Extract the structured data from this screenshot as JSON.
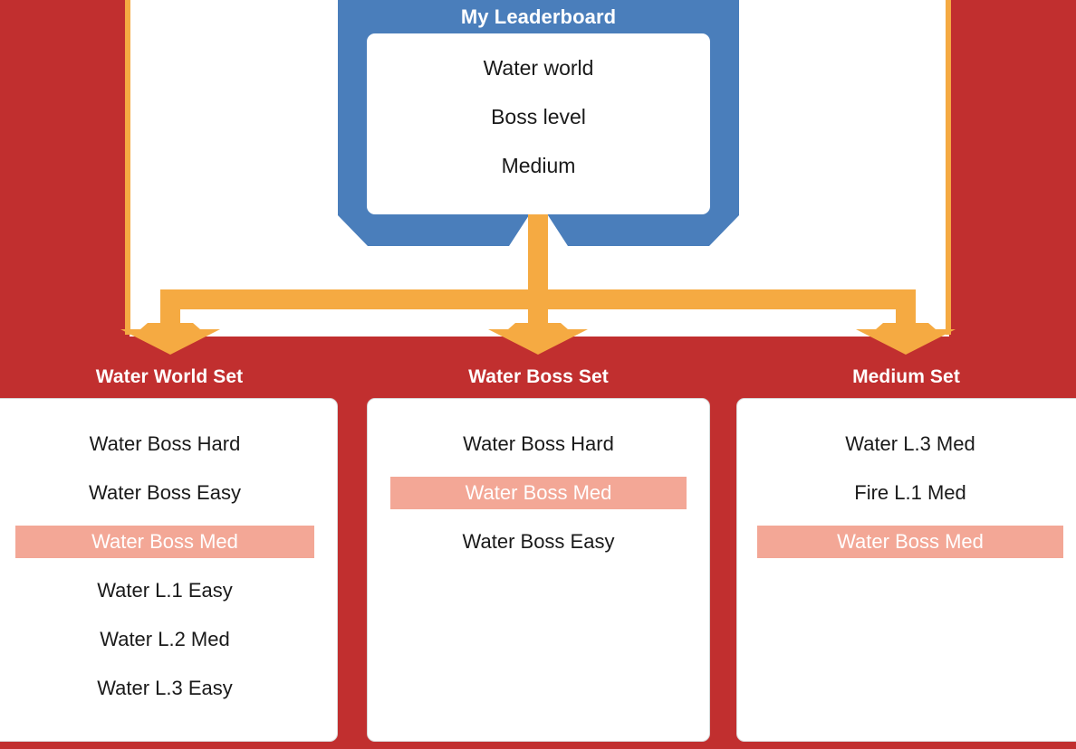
{
  "colors": {
    "background_red": "#c12f2f",
    "banner_blue": "#4a7ebb",
    "connector_orange": "#f5aa42",
    "selected_salmon": "#f3a796",
    "card_white": "#ffffff",
    "text_dark": "#1a1a1a",
    "text_light": "#ffffff"
  },
  "leaderboard": {
    "title": "My Leaderboard",
    "rows": [
      "Water world",
      "Boss level",
      "Medium"
    ]
  },
  "columns": [
    {
      "label": "Water World Set",
      "items": [
        {
          "text": "Water Boss Hard",
          "selected": false
        },
        {
          "text": "Water Boss Easy",
          "selected": false
        },
        {
          "text": "Water Boss Med",
          "selected": true
        },
        {
          "text": "Water L.1 Easy",
          "selected": false
        },
        {
          "text": "Water L.2 Med",
          "selected": false
        },
        {
          "text": "Water L.3 Easy",
          "selected": false
        }
      ]
    },
    {
      "label": "Water Boss Set",
      "items": [
        {
          "text": "Water Boss Hard",
          "selected": false
        },
        {
          "text": "Water Boss Med",
          "selected": true
        },
        {
          "text": "Water Boss Easy",
          "selected": false
        }
      ]
    },
    {
      "label": "Medium Set",
      "items": [
        {
          "text": "Water L.3 Med",
          "selected": false
        },
        {
          "text": "Fire L.1 Med",
          "selected": false
        },
        {
          "text": "Water Boss Med",
          "selected": true
        }
      ]
    }
  ]
}
